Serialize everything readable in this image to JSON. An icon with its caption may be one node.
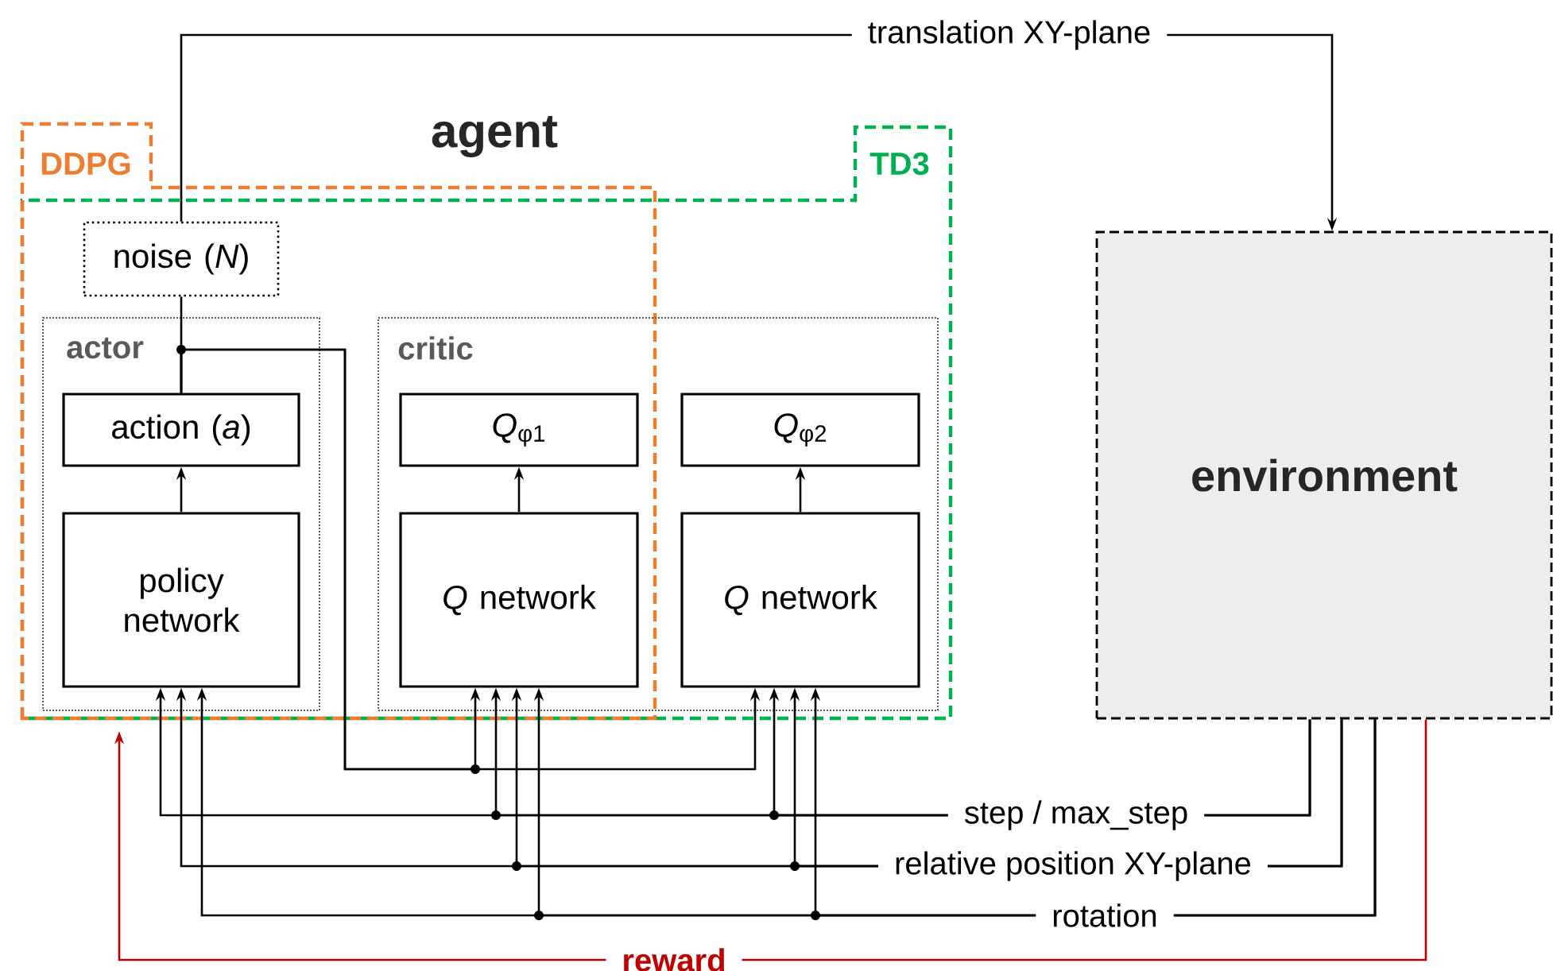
{
  "diagram": {
    "nodes": [
      {
        "text": [
          "DDPG"
        ],
        "in": 1
      },
      {
        "text": [
          "TD3"
        ]
      },
      {
        "text": [
          "noise (*N*)"
        ],
        "in": 0
      },
      {
        "text": [
          "actor"
        ],
        "in": 0
      },
      {
        "text": [
          "action (*a*)"
        ],
        "in": 3
      },
      {
        "text": [
          "policy network"
        ],
        "in": 3
      },
      {
        "text": [
          "critic"
        ],
        "in": 1
      },
      {
        "text": [
          "*Q*$_{φ1}$"
        ]
      },
      {
        "text": [
          "*Q* network"
        ]
      },
      {
        "text": [
          "*Q*$_{φ2}$"
        ],
        "in": 6
      },
      {
        "text": [
          "*Q* network"
        ],
        "in": 6
      },
      {
        "text": [
          "environment"
        ]
      }
    ],
    "edges": [
      {
        "from": 2,
        "to": 11,
        "arrow": "to",
        "label": "translation XY-plane"
      },
      {
        "from": 5,
        "to": 4,
        "arrow": "to"
      },
      {
        "from": 4,
        "to": 2,
        "arrow": "none"
      },
      {
        "from": 4,
        "to": 8,
        "arrow": "to"
      },
      {
        "from": 4,
        "to": 10,
        "arrow": "to"
      },
      {
        "from": 8,
        "to": 7,
        "arrow": "to"
      },
      {
        "from": 10,
        "to": 9,
        "arrow": "to"
      },
      {
        "from": 11,
        "to": 5,
        "arrow": "to",
        "label": "step / max_step"
      },
      {
        "from": 11,
        "to": 8,
        "arrow": "to"
      },
      {
        "from": 11,
        "to": 10,
        "arrow": "to"
      },
      {
        "from": 11,
        "to": 5,
        "arrow": "to",
        "label": "relative position XY-plane"
      },
      {
        "from": 11,
        "to": 8,
        "arrow": "to"
      },
      {
        "from": 11,
        "to": 10,
        "arrow": "to"
      },
      {
        "from": 11,
        "to": 5,
        "arrow": "to",
        "label": "rotation"
      },
      {
        "from": 11,
        "to": 8,
        "arrow": "to"
      },
      {
        "from": 11,
        "to": 10,
        "arrow": "to"
      },
      {
        "from": 11,
        "to": 0,
        "arrow": "to",
        "label": "reward",
        "color": "#c00000"
      }
    ],
    "labels": [
      "agent"
    ]
  }
}
